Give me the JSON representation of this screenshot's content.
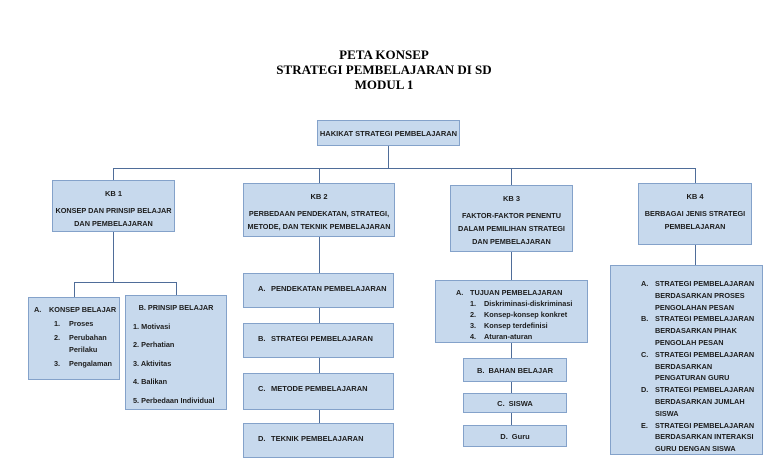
{
  "title_lines": [
    "PETA KONSEP",
    "STRATEGI PEMBELAJARAN  DI SD",
    "MODUL  1"
  ],
  "root": {
    "label": "HAKIKAT STRATEGI PEMBELAJARAN"
  },
  "kb1": {
    "label": "KB 1",
    "subtitle_lines": [
      "KONSEP DAN PRINSIP BELAJAR",
      "DAN PEMBELAJARAN"
    ],
    "konsep": {
      "n": "A.",
      "heading": "KONSEP BELAJAR",
      "items": [
        {
          "n": "1.",
          "lines": [
            "Proses"
          ]
        },
        {
          "n": "2.",
          "lines": [
            "Perubahan",
            "Perilaku"
          ]
        },
        {
          "n": "3.",
          "lines": [
            "Pengalaman"
          ]
        }
      ]
    },
    "prinsip": {
      "heading": "B. PRINSIP BELAJAR",
      "items": [
        "1. Motivasi",
        "2. Perhatian",
        "3. Aktivitas",
        "4. Balikan",
        "5. Perbedaan Individual"
      ]
    }
  },
  "kb2": {
    "label": "KB 2",
    "subtitle_lines": [
      "PERBEDAAN PENDEKATAN, STRATEGI,",
      "METODE, DAN TEKNIK PEMBELAJARAN"
    ],
    "steps": [
      {
        "n": "A.",
        "t": "PENDEKATAN PEMBELAJARAN"
      },
      {
        "n": "B.",
        "t": "STRATEGI PEMBELAJARAN"
      },
      {
        "n": "C.",
        "t": "METODE PEMBELAJARAN"
      },
      {
        "n": "D.",
        "t": "TEKNIK PEMBELAJARAN"
      }
    ]
  },
  "kb3": {
    "label": "KB 3",
    "subtitle_lines": [
      "FAKTOR-FAKTOR PENENTU",
      "DALAM PEMILIHAN STRATEGI",
      "DAN PEMBELAJARAN"
    ],
    "tujuan": {
      "n": "A.",
      "heading": "TUJUAN PEMBELAJARAN",
      "items": [
        {
          "n": "1.",
          "t": "Diskriminasi-diskriminasi"
        },
        {
          "n": "2.",
          "t": "Konsep-konsep  konkret"
        },
        {
          "n": "3.",
          "t": "Konsep terdefinisi"
        },
        {
          "n": "4.",
          "t": "Aturan-aturan"
        }
      ]
    },
    "factors": [
      {
        "n": "B.",
        "t": "BAHAN BELAJAR"
      },
      {
        "n": "C.",
        "t": "SISWA"
      },
      {
        "n": "D.",
        "t": "Guru"
      }
    ]
  },
  "kb4": {
    "label": "KB 4",
    "subtitle_lines": [
      "BERBAGAI JENIS STRATEGI",
      "PEMBELAJARAN"
    ],
    "types": [
      {
        "n": "A.",
        "lines": [
          "STRATEGI PEMBELAJARAN",
          "BERDASARKAN PROSES",
          "PENGOLAHAN PESAN"
        ]
      },
      {
        "n": "B.",
        "lines": [
          "STRATEGI PEMBELAJARAN",
          "BERDASARKAN PIHAK",
          "PENGOLAH PESAN"
        ]
      },
      {
        "n": "C.",
        "lines": [
          "STRATEGI PEMBELAJARAN",
          "BERDASARKAN",
          "PENGATURAN GURU"
        ]
      },
      {
        "n": "D.",
        "lines": [
          "STRATEGI PEMBELAJARAN",
          "BERDASARKAN JUMLAH",
          "SISWA"
        ]
      },
      {
        "n": "E.",
        "lines": [
          "STRATEGI PEMBELAJARAN",
          "BERDASARKAN INTERAKSI",
          "GURU DENGAN SISWA"
        ]
      }
    ]
  },
  "colors": {
    "box_fill": "#c7d9ed",
    "box_border": "#84a2ca",
    "connector_line": "#4f6d99",
    "text": "#1c1c1c",
    "title_text": "#000000"
  }
}
